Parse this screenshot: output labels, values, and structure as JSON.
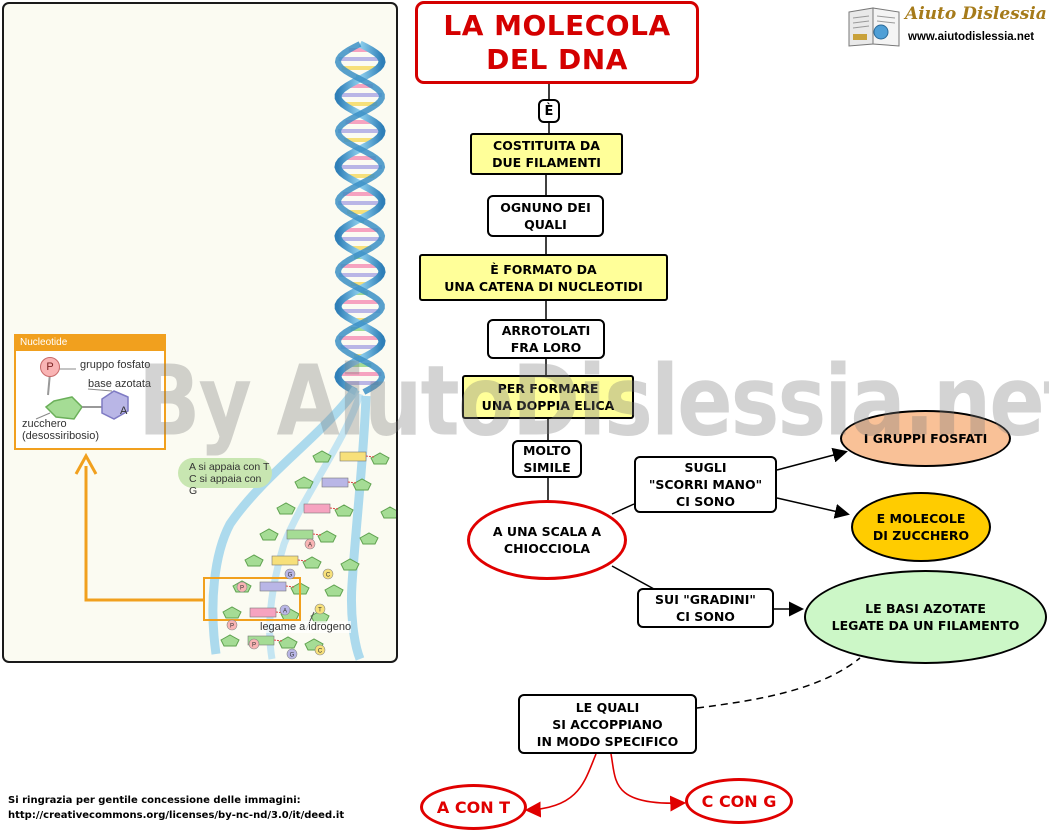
{
  "title": "LA MOLECOLA\nDEL DNA",
  "logo": {
    "name": "Aiuto Dislessia",
    "url": "www.aiutodislessia.net",
    "icon": "book-icon"
  },
  "watermark": "By AiutoDislessia.net",
  "illustration": {
    "nucleotide_header": "Nucleotide",
    "phosphate_symbol": "P",
    "phosphate_label": "gruppo fosfato",
    "base_label": "base azotata",
    "base_symbol": "A",
    "sugar_label": "zucchero\n(desossiribosio)",
    "pairing_label": "A si appaia con T\nC si appaia con G",
    "hydrogen_bond_label": "legame a idrogeno",
    "base_letters": [
      "P",
      "A",
      "T",
      "P",
      "G",
      "C",
      "A",
      "G",
      "C",
      "P"
    ]
  },
  "nodes": {
    "e": "È",
    "costituita": "COSTITUITA DA\nDUE FILAMENTI",
    "ognuno": "OGNUNO DEI\nQUALI",
    "formato": "È FORMATO DA\nUNA CATENA DI NUCLEOTIDI",
    "arrotolati": "ARROTOLATI\nFRA LORO",
    "doppia": "PER FORMARE\nUNA DOPPIA ELICA",
    "molto": "MOLTO\nSIMILE",
    "scala": "A UNA SCALA A\nCHIOCCIOLA",
    "sugli": "SUGLI\n\"SCORRI MANO\"\nCI SONO",
    "fosfati": "I GRUPPI FOSFATI",
    "zucchero": "E MOLECOLE\nDI ZUCCHERO",
    "gradini": "SUI \"GRADINI\"\nCI SONO",
    "basi": "LE BASI AZOTATE\nLEGATE DA UN FILAMENTO",
    "quali": "LE QUALI\nSI ACCOPPIANO\nIN MODO SPECIFICO",
    "at": "A CON T",
    "cg": "C CON G"
  },
  "colors": {
    "title_red": "#d40000",
    "yellow_box": "#ffff99",
    "fosfati_fill": "#f9c197",
    "zucchero_fill": "#ffcc00",
    "basi_fill": "#ccf7c7",
    "highlight_orange": "#f1a01e"
  },
  "credit": "Si ringrazia per gentile concessione delle immagini:\nhttp://creativecommons.org/licenses/by-nc-nd/3.0/it/deed.it"
}
